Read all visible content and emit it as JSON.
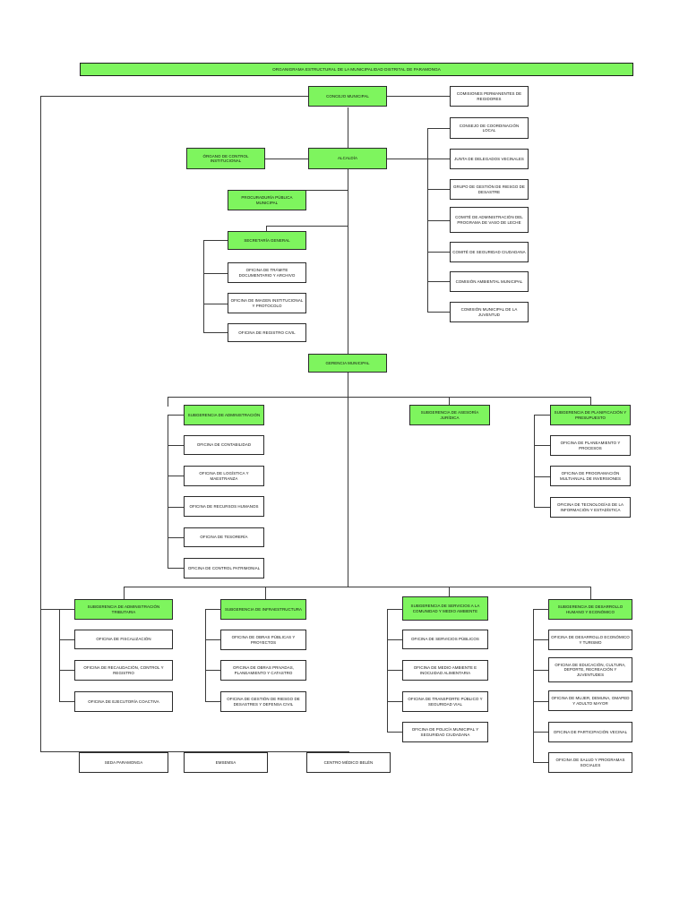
{
  "document": {
    "title": "ORGANIGRAMA ESTRUCTURAL DE LA MUNICIPALIDAD DISTRITAL DE PARAMONGA",
    "colors": {
      "highlight_green": "#7ef55e",
      "box_border": "#2b2b2b",
      "line": "#3a3a3a",
      "background": "#ffffff"
    }
  },
  "nodes": {
    "concejo_municipal": "CONCEJO MUNICIPAL",
    "comisiones_permanentes": "COMISIONES PERMANENTES DE REGIDORES",
    "organo_control": "ÓRGANO DE CONTROL INSTITUCIONAL",
    "alcaldia": "ALCALDÍA",
    "procuraduria": "PROCURADURÍA PÚBLICA MUNICIPAL",
    "secretaria_general": "SECRETARÍA GENERAL",
    "gerencia_municipal": "GERENCIA MUNICIPAL"
  },
  "consultative_bodies": [
    "CONSEJO DE COORDINACIÓN LOCAL",
    "JUNTA DE DELEGADOS VECINALES",
    "GRUPO DE GESTIÓN DE RIESGO DE DESASTRE",
    "COMITÉ DE ADMINISTRACIÓN DEL PROGRAMA DE VASO DE LECHE",
    "COMITÉ DE SEGURIDAD CIUDADANA",
    "COMISIÓN AMBIENTAL MUNICIPAL",
    "COMISIÓN MUNICIPAL DE LA JUVENTUD"
  ],
  "secretaria_offices": [
    "OFICINA DE TRÁMITE DOCUMENTARIO Y ARCHIVO",
    "OFICINA DE IMAGEN INSTITUCIONAL Y PROTOCOLO",
    "OFICINA DE REGISTRO CIVIL"
  ],
  "subgerencia_administracion": {
    "header": "SUBGERENCIA DE ADMINISTRACIÓN",
    "offices": [
      "OFICINA DE CONTABILIDAD",
      "OFICINA DE LOGÍSTICA Y MAESTRANZA",
      "OFICINA DE RECURSOS HUMANOS",
      "OFICINA DE TESORERÍA",
      "OFICINA DE CONTROL PATRIMONIAL"
    ]
  },
  "subgerencia_asesoria": {
    "header": "SUBGERENCIA DE ASESORÍA JURÍDICA",
    "offices": []
  },
  "subgerencia_planificacion": {
    "header": "SUBGERENCIA DE PLANIFICACIÓN Y PRESUPUESTO",
    "offices": [
      "OFICINA DE PLANEAMIENTO Y PROCESOS",
      "OFICINA DE PROGRAMACIÓN MULTIANUAL DE INVERSIONES",
      "OFICINA DE TECNOLOGÍAS DE LA INFORMACIÓN Y ESTADÍSTICA"
    ]
  },
  "subgerencia_tributaria": {
    "header": "SUBGERENCIA DE ADMINISTRACIÓN TRIBUTARIA",
    "offices": [
      "OFICINA DE FISCALIZACIÓN",
      "OFICINA DE RECAUDACIÓN, CONTROL Y REGISTRO",
      "OFICINA DE EJECUTORÍA COACTIVA"
    ]
  },
  "subgerencia_infraestructura": {
    "header": "SUBGERENCIA DE INFRAESTRUCTURA",
    "offices": [
      "OFICINA DE OBRAS PÚBLICAS Y PROYECTOS",
      "OFICINA DE OBRAS PRIVADAS, PLANEAMIENTO Y CATASTRO",
      "OFICINA DE GESTIÓN DE RIESGO DE DESASTRES Y DEFENSA CIVIL"
    ]
  },
  "subgerencia_servicios": {
    "header": "SUBGERENCIA DE SERVICIOS A LA COMUNIDAD Y MEDIO AMBIENTE",
    "offices": [
      "OFICINA DE SERVICIOS PÚBLICOS",
      "OFICINA DE MEDIO AMBIENTE E INOCUIDAD ALIMENTARIA",
      "OFICINA DE TRANSPORTE PÚBLICO Y SEGURIDAD VIAL",
      "OFICINA DE POLICÍA MUNICIPAL Y SEGURIDAD CIUDADANA"
    ]
  },
  "subgerencia_desarrollo": {
    "header": "SUBGERENCIA DE DESARROLLO HUMANO Y ECONÓMICO",
    "offices": [
      "OFICINA DE DESARROLLO ECONÓMICO Y TURISMO",
      "OFICINA DE EDUCACIÓN, CULTURA, DEPORTE, RECREACIÓN Y JUVENTUDES",
      "OFICINA DE MUJER, DEMUNA, OMAPED Y ADULTO MAYOR",
      "OFICINA DE PARTICIPACIÓN VECINAL",
      "OFICINA DE SALUD Y PROGRAMAS SOCIALES"
    ]
  },
  "entities": [
    "SEDA PARAMONGA",
    "EMSEMSA",
    "CENTRO MÉDICO BELÉN"
  ]
}
